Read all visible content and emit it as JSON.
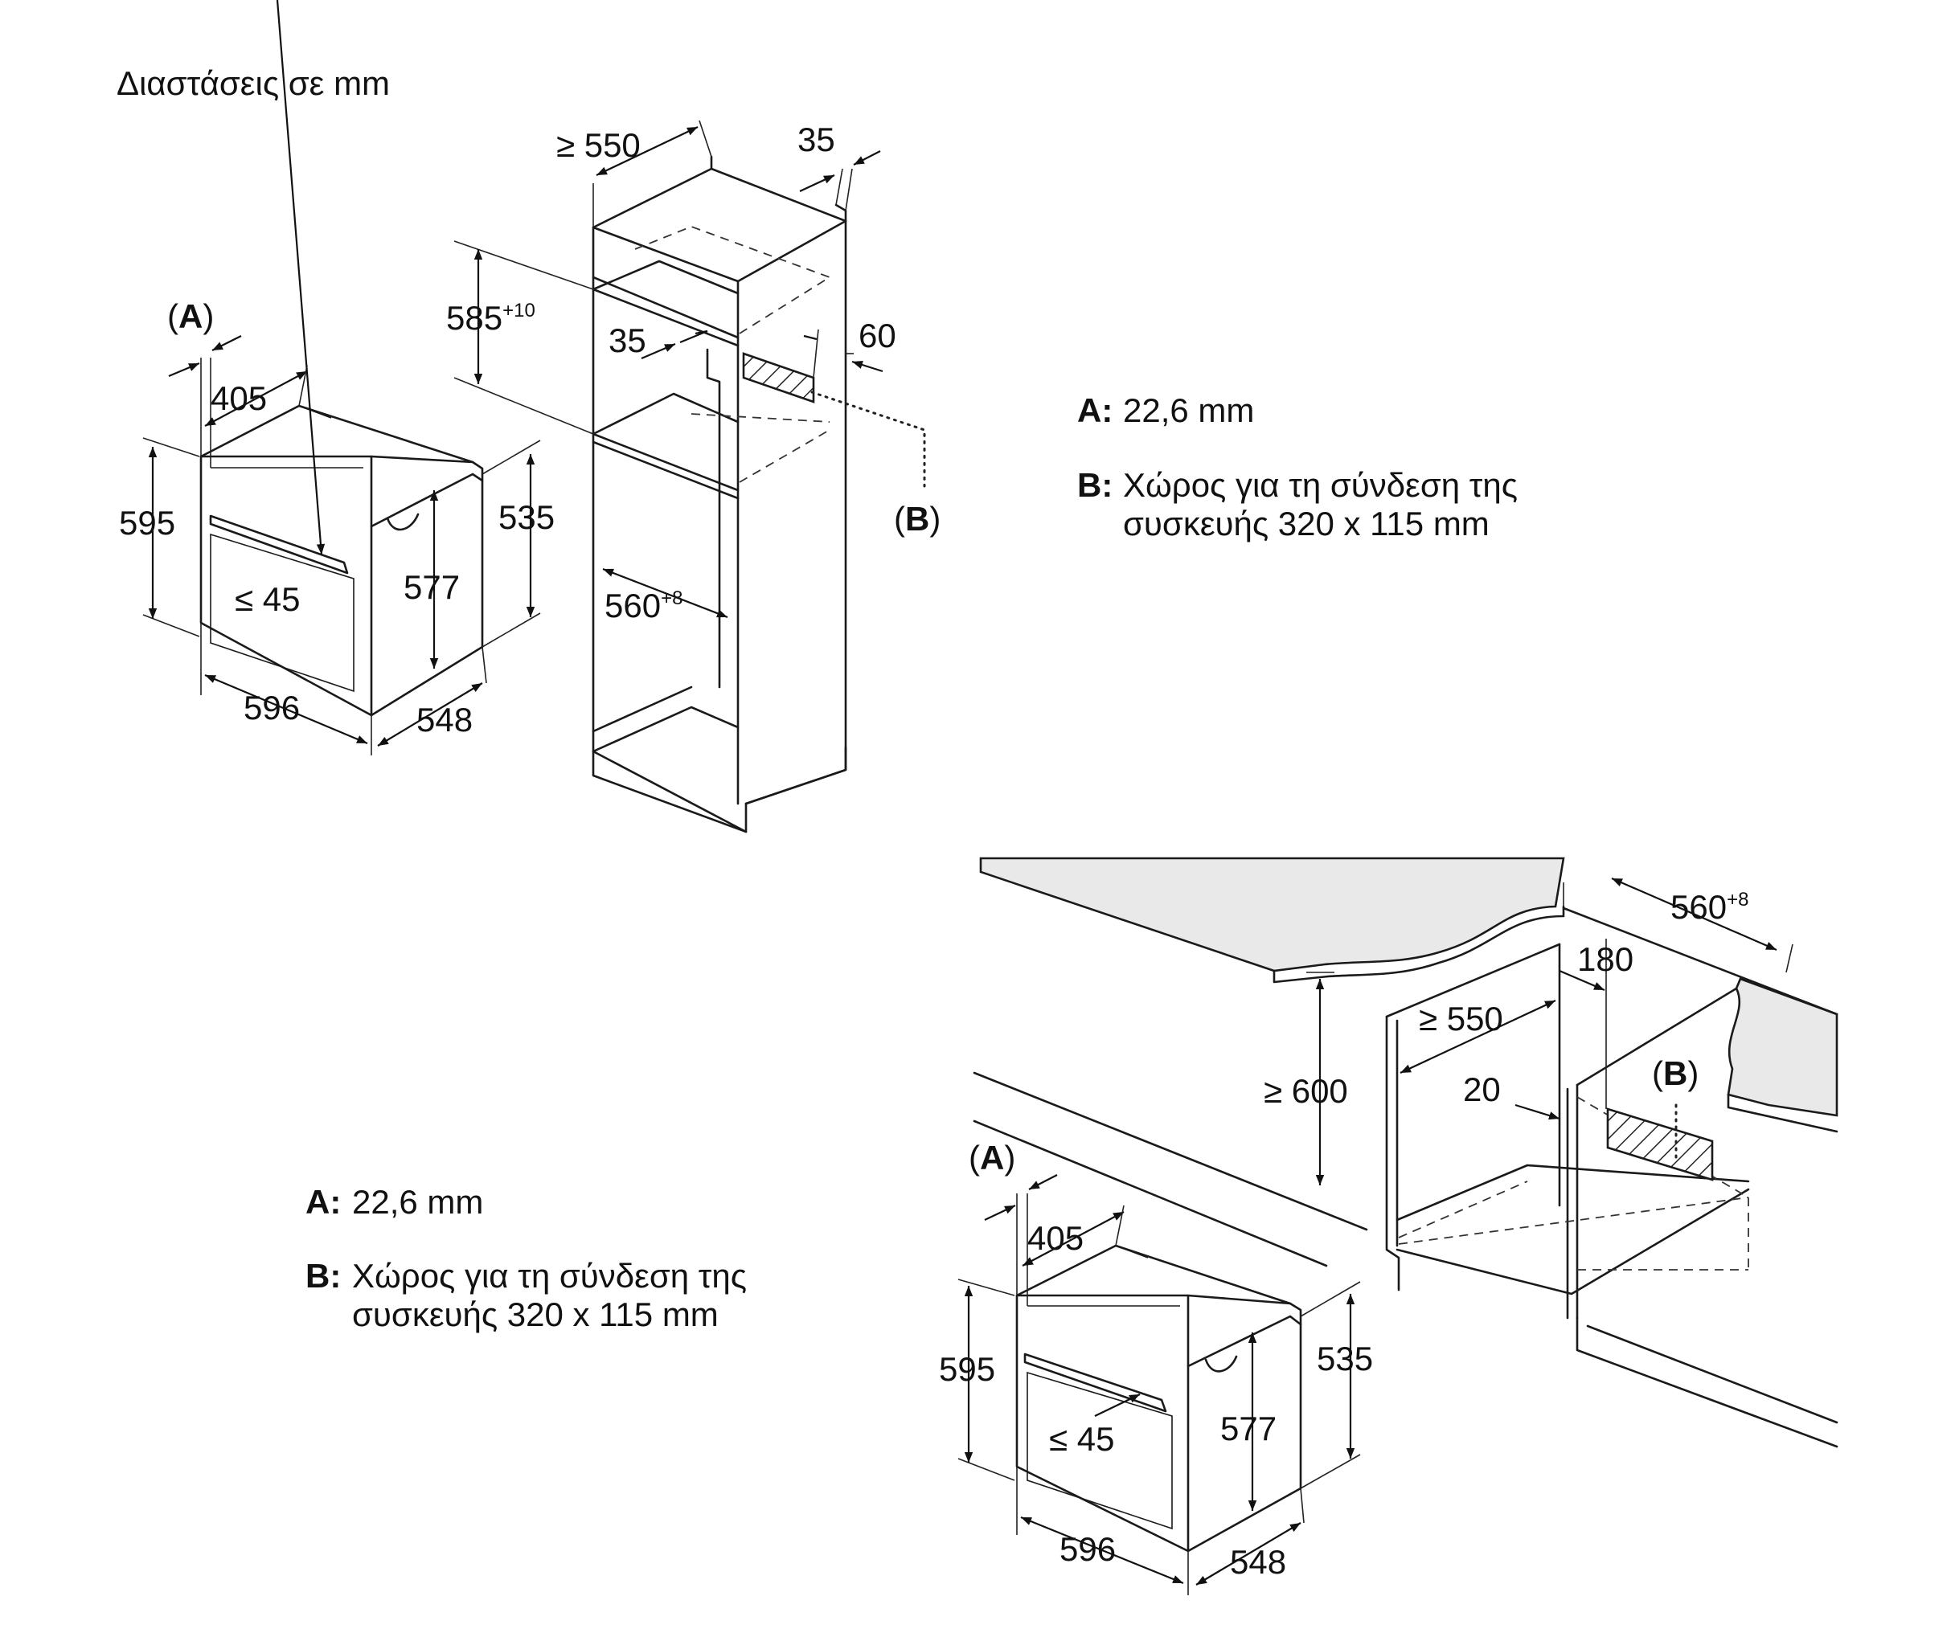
{
  "title": "Διαστάσεις σε mm",
  "top_diagram": {
    "marker_a": "A",
    "marker_b": "B",
    "dims": {
      "d405": "405",
      "d595": "595",
      "d45": "≤ 45",
      "d577": "577",
      "d535": "535",
      "d596": "596",
      "d548": "548",
      "d550": "≥ 550",
      "d35top": "35",
      "d585": "585",
      "d585_sup": "+10",
      "d35in": "35",
      "d60": "60",
      "d560": "560",
      "d560_sup": "+8"
    }
  },
  "bottom_diagram": {
    "marker_a": "A",
    "marker_b": "B",
    "dims": {
      "d405": "405",
      "d595": "595",
      "d45": "≤ 45",
      "d577": "577",
      "d535": "535",
      "d596": "596",
      "d548": "548",
      "d560": "560",
      "d560_sup": "+8",
      "d180": "180",
      "d550": "≥ 550",
      "d600": "≥ 600",
      "d20": "20"
    }
  },
  "legend_top": {
    "a_key": "A:",
    "a_text": "22,6 mm",
    "b_key": "B:",
    "b_line1": "Χώρος για τη σύνδεση της",
    "b_line2": "συσκευής 320 x 115 mm"
  },
  "legend_bottom": {
    "a_key": "A:",
    "a_text": "22,6 mm",
    "b_key": "B:",
    "b_line1": "Χώρος για τη σύνδεση της",
    "b_line2": "συσκευής 320 x 115 mm"
  }
}
